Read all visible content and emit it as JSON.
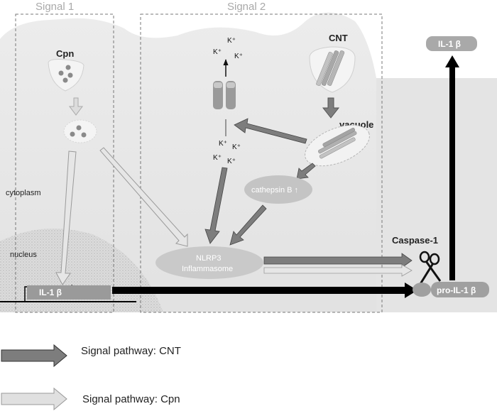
{
  "signals": {
    "signal1": "Signal 1",
    "signal2": "Signal 2"
  },
  "labels": {
    "cpn": "Cpn",
    "cnt": "CNT",
    "vacuole": "vacuole",
    "cathepsin": "cathepsin B ↑",
    "cytoplasm": "cytoplasm",
    "nucleus": "nucleus",
    "nlrp3_line1": "NLRP3",
    "nlrp3_line2": "Inflammasome",
    "caspase": "Caspase-1",
    "il1b_gene": "IL-1 β",
    "pro_il1b": "pro-IL-1 β",
    "il1b_out": "IL-1 β",
    "k": "K⁺"
  },
  "legend": [
    {
      "label": "Signal pathway: CNT",
      "color": "#7d7d7d"
    },
    {
      "label": "Signal pathway: Cpn",
      "color": "#dcdcdc"
    }
  ],
  "colors": {
    "cnt_arrow": "#7d7d7d",
    "cpn_arrow": "#dcdcdc",
    "main_arrow": "#000000"
  }
}
